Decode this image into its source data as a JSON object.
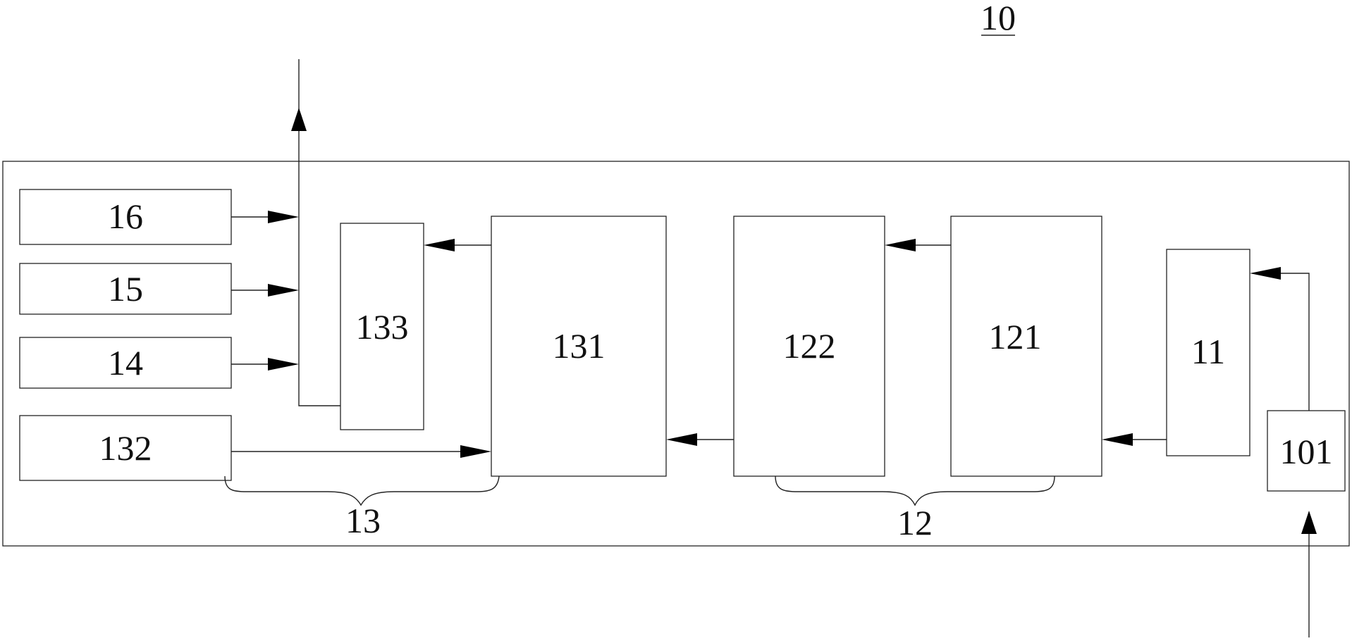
{
  "figure": {
    "reference": "10"
  },
  "blocks": {
    "b16": "16",
    "b15": "15",
    "b14": "14",
    "b132": "132",
    "b133": "133",
    "b131": "131",
    "b122": "122",
    "b121": "121",
    "b11": "11",
    "b101": "101"
  },
  "groups": {
    "g13": "13",
    "g12": "12"
  },
  "colors": {
    "line": "#222222",
    "arrowhead": "#000000",
    "text": "#111111",
    "background": "#ffffff"
  }
}
